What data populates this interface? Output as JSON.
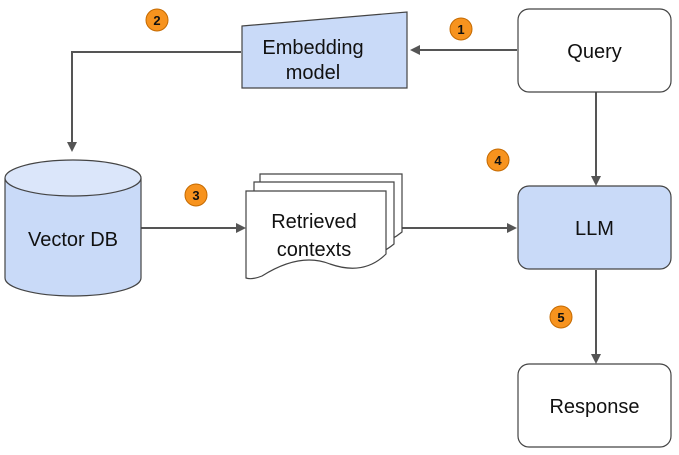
{
  "nodes": {
    "query": "Query",
    "embedding_line1": "Embedding",
    "embedding_line2": "model",
    "vector_db": "Vector DB",
    "retrieved_line1": "Retrieved",
    "retrieved_line2": "contexts",
    "llm": "LLM",
    "response": "Response"
  },
  "steps": [
    "1",
    "2",
    "3",
    "4",
    "5"
  ],
  "colors": {
    "node_fill_blue": "#c9daf8",
    "node_fill_white": "#ffffff",
    "stroke": "#444444",
    "arrow": "#555555",
    "badge_fill": "#f7931e",
    "badge_stroke": "#c56a00"
  }
}
